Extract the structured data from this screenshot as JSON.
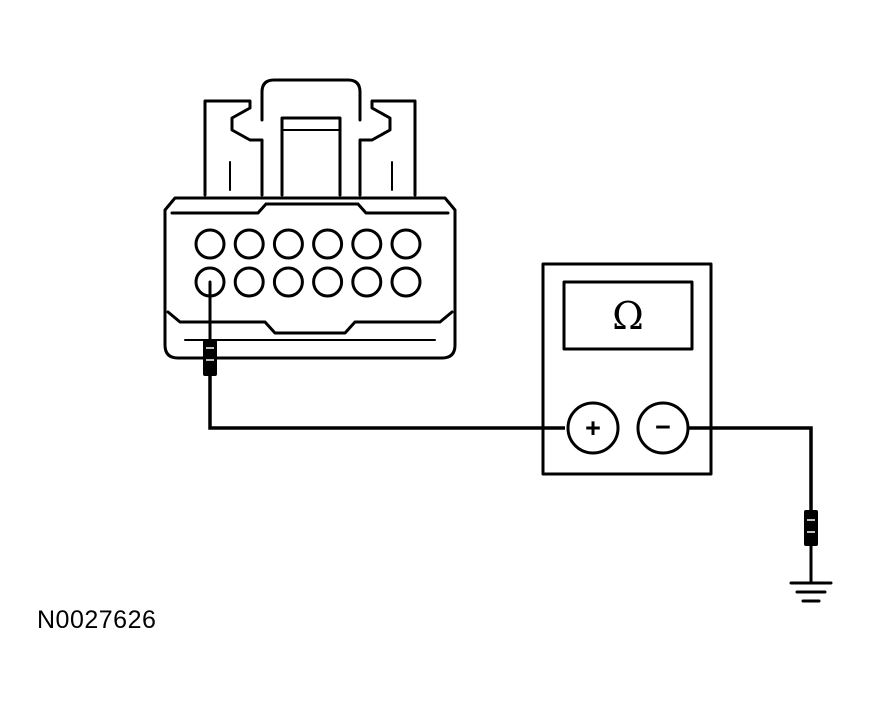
{
  "figure_id": "N0027626",
  "meter": {
    "display_symbol": "Ω",
    "positive_terminal": "+",
    "negative_terminal": "−"
  },
  "connector": {
    "pin_rows": 2,
    "pins_per_row": 6
  },
  "icons": {
    "ground": "ground-symbol-icon",
    "probe": "test-probe-icon"
  }
}
